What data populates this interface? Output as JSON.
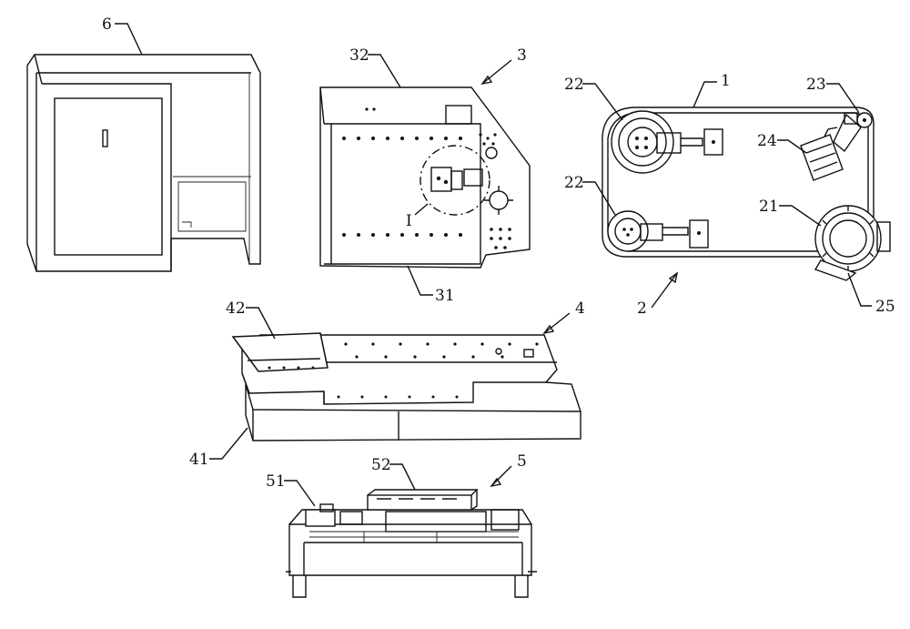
{
  "labels": {
    "l1": "1",
    "l2": "2",
    "l3": "3",
    "l4": "4",
    "l5": "5",
    "l6": "6",
    "l21": "21",
    "l22a": "22",
    "l22b": "22",
    "l23": "23",
    "l24": "24",
    "l25": "25",
    "l31": "31",
    "l32": "32",
    "lI": "I",
    "l41": "41",
    "l42": "42",
    "l51": "51",
    "l52": "52"
  }
}
